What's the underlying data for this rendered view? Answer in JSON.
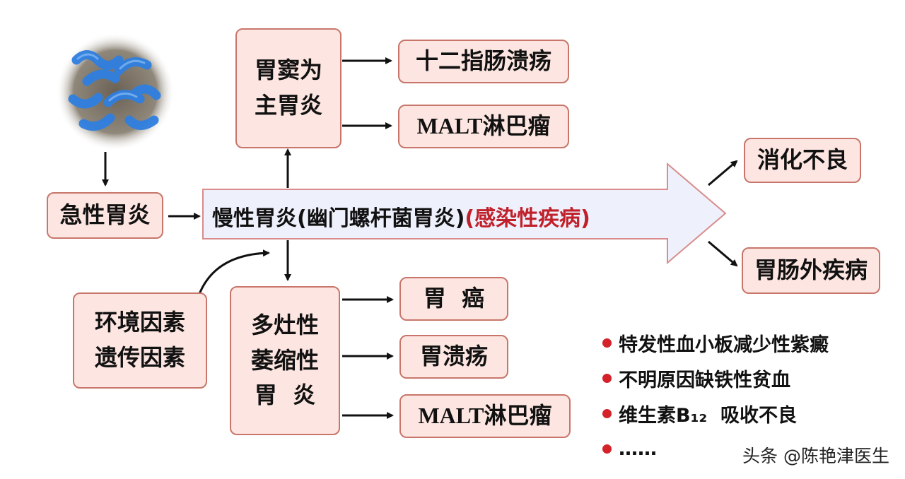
{
  "nodes": {
    "acute_gastritis": "急性胃炎",
    "antral_gastritis": [
      "胃窦为",
      "主胃炎"
    ],
    "duodenal_ulcer": "十二指肠溃疡",
    "malt_lymphoma_top": "MALT淋巴瘤",
    "dyspepsia": "消化不良",
    "extragastric": "胃肠外疾病",
    "env_genetic": [
      "环境因素",
      "遗传因素"
    ],
    "multifocal_atrophic": [
      "多灶性",
      "萎缩性",
      "胃  炎"
    ],
    "gastric_cancer": "胃  癌",
    "gastric_ulcer": "胃溃疡",
    "malt_lymphoma_bottom": "MALT淋巴瘤"
  },
  "main_arrow": {
    "label": "慢性胃炎(幽门螺杆菌胃炎)",
    "highlight": "(感染性疾病)"
  },
  "extragastric_list": [
    "特发性血小板减少性紫癜",
    "不明原因缺铁性贫血",
    "维生素B₁₂  吸收不良",
    "……"
  ],
  "watermark": "头条 @陈艳津医生",
  "colors": {
    "box_fill": "#fde6e1",
    "box_border": "#c8766b",
    "arrow_fill": "#eef0fb",
    "arrow_border": "#d98c8c",
    "highlight": "#c0202a",
    "bullet": "#d3222a",
    "bacteria": "#3a8ee6"
  }
}
